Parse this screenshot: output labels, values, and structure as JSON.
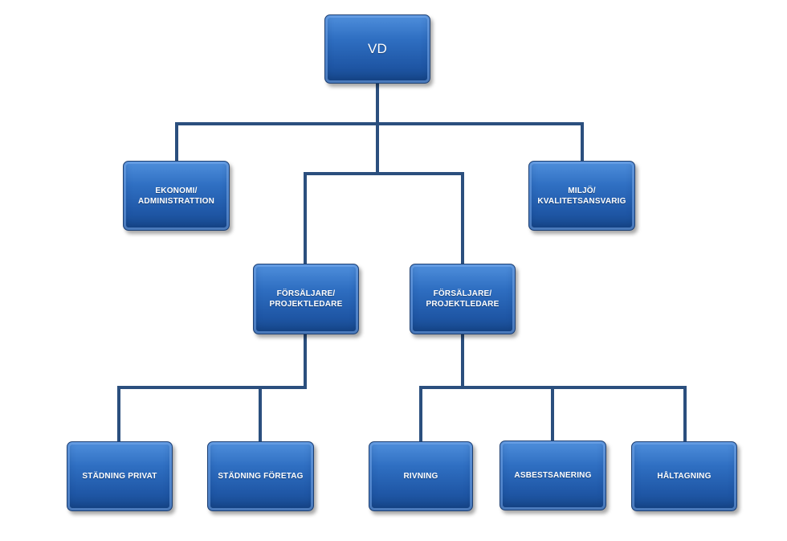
{
  "org_chart": {
    "colors": {
      "box_fill": "#2a66b8",
      "box_border": "#1c3f73",
      "connector": "#2b4f7e",
      "text": "#ffffff"
    },
    "root": {
      "label": "VD"
    },
    "staff_left": {
      "label": "EKONOMI/\nADMINISTRATTION"
    },
    "staff_right": {
      "label": "MILJÖ/\nKVALITETSANSVARIG"
    },
    "managers": [
      {
        "label": "FÖRSÄLJARE/\nPROJEKTLEDARE"
      },
      {
        "label": "FÖRSÄLJARE/\nPROJEKTLEDARE"
      }
    ],
    "units_left": [
      {
        "label": "STÄDNING PRIVAT"
      },
      {
        "label": "STÄDNING FÖRETAG"
      }
    ],
    "units_right": [
      {
        "label": "RIVNING"
      },
      {
        "label": "ASBESTSANERING"
      },
      {
        "label": "HÅLTAGNING"
      }
    ]
  }
}
